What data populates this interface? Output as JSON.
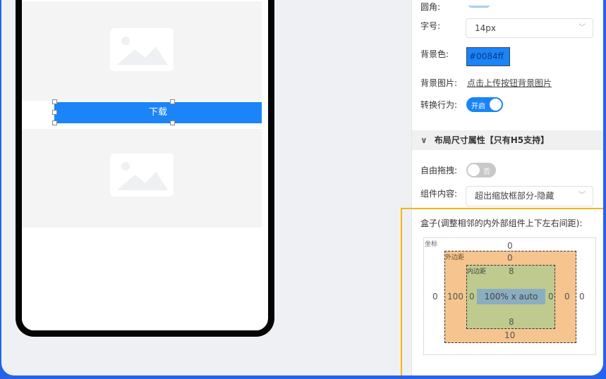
{
  "canvas": {
    "download_button": "下载"
  },
  "panel": {
    "radius_label": "圆角:",
    "font_size_label": "字号:",
    "font_size_value": "14px",
    "bg_color_label": "背景色:",
    "bg_color_value": "#0084ff",
    "bg_image_label": "背景图片:",
    "bg_image_link": "点击上传按钮背景图片",
    "switch_label": "转换行为:",
    "switch_value": "开启",
    "switch_on": true,
    "layout_section": "布局尺寸属性【只有H5支持】",
    "drag_label": "自由拖拽:",
    "drag_value": "否",
    "drag_on": false,
    "content_label": "组件内容:",
    "content_value": "超出缩放框部分-隐藏",
    "box_title": "盒子(调整相邻的内外部组件上下左右间距):",
    "box": {
      "position_label": "坐标",
      "position_top": "0",
      "position_left": "0",
      "position_right": "0",
      "margin_label": "外边距",
      "margin_top": "0",
      "margin_left": "100",
      "margin_right": "0",
      "margin_bottom": "10",
      "padding_label": "内边距",
      "padding_top": "8",
      "padding_left": "0",
      "padding_right": "0",
      "padding_bottom": "8",
      "size": "100% x auto"
    }
  },
  "colors": {
    "accent": "#1a84f8",
    "margin": "#f5c48f",
    "padding": "#bfca8f",
    "content": "#8aaec0",
    "highlight": "#f7b500",
    "background": "#2563eb"
  }
}
